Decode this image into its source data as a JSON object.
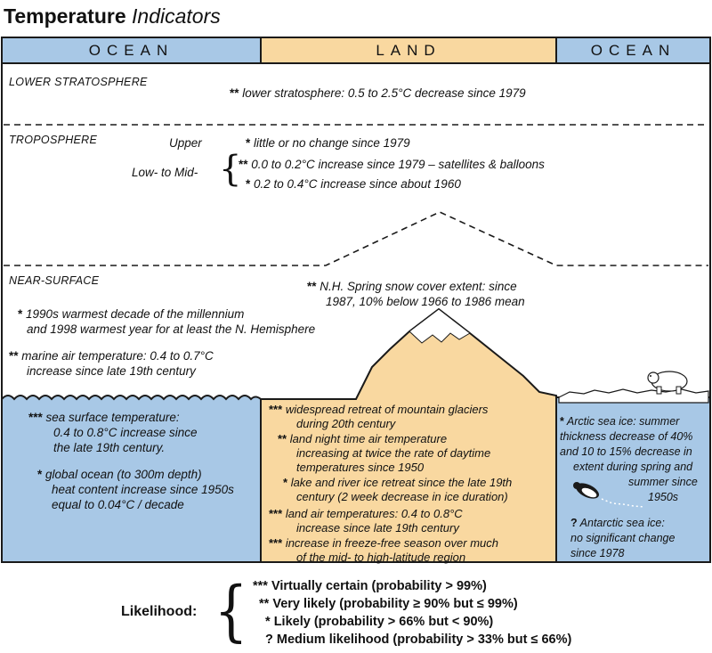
{
  "title": {
    "bold": "Temperature",
    "italic": "Indicators"
  },
  "headers": {
    "ocean_left": "OCEAN",
    "land": "LAND",
    "ocean_right": "OCEAN"
  },
  "zones": {
    "lower_strat": "LOWER STRATOSPHERE",
    "troposphere": "TROPOSPHERE",
    "near_surface": "NEAR-SURFACE"
  },
  "stratosphere": {
    "stars": "**",
    "text": "lower stratosphere: 0.5 to 2.5°C decrease since 1979"
  },
  "troposphere": {
    "upper_label": "Upper",
    "upper_stars": "*",
    "upper_text": "little or no change since 1979",
    "lowmid_label": "Low- to Mid-",
    "lowmid1_stars": "**",
    "lowmid1_text": "0.0 to 0.2°C increase since 1979 – satellites & balloons",
    "lowmid2_stars": "*",
    "lowmid2_text": "0.2 to 0.4°C increase since about 1960"
  },
  "near_surface": {
    "snow_stars": "**",
    "snow_line1": "N.H. Spring snow cover extent: since",
    "snow_line2": "1987, 10% below 1966 to 1986 mean",
    "warm_stars": "*",
    "warm_line1": "1990s warmest decade of the millennium",
    "warm_line2": "and 1998 warmest year for at least the N. Hemisphere",
    "marine_stars": "**",
    "marine_line1": "marine air temperature: 0.4 to 0.7°C",
    "marine_line2": "increase since late 19th century"
  },
  "ocean_left": {
    "sst_stars": "***",
    "sst_line1": "sea surface temperature:",
    "sst_line2": "0.4 to 0.8°C increase since",
    "sst_line3": "the late 19th century.",
    "heat_stars": "*",
    "heat_line1": "global ocean (to 300m depth)",
    "heat_line2": "heat content increase since 1950s",
    "heat_line3": "equal to 0.04°C / decade"
  },
  "land": {
    "glacier_stars": "***",
    "glacier_line1": "widespread retreat of mountain glaciers",
    "glacier_line2": "during 20th century",
    "night_stars": "**",
    "night_line1": "land night time air temperature",
    "night_line2": "increasing at twice the rate of daytime",
    "night_line3": "temperatures since 1950",
    "ice_stars": "*",
    "ice_line1": "lake and river ice retreat since the late 19th",
    "ice_line2": "century (2 week decrease in ice duration)",
    "air_stars": "***",
    "air_line1": "land air temperatures: 0.4 to 0.8°C",
    "air_line2": "increase since late 19th century",
    "freeze_stars": "***",
    "freeze_line1": "increase in freeze-free season over much",
    "freeze_line2": "of the mid- to high-latitude region"
  },
  "ocean_right": {
    "arctic_stars": "*",
    "arctic_line1": "Arctic sea ice: summer",
    "arctic_line2": "thickness decrease of 40%",
    "arctic_line3": "and 10 to 15% decrease in",
    "arctic_line4": "extent during spring and",
    "arctic_line5": "summer since",
    "arctic_line6": "1950s",
    "antarctic_stars": "?",
    "antarctic_line1": "Antarctic sea ice:",
    "antarctic_line2": "no significant change",
    "antarctic_line3": "since 1978"
  },
  "legend": {
    "label": "Likelihood:",
    "items": [
      {
        "stars": "***",
        "text": "Virtually certain  (probability > 99%)"
      },
      {
        "stars": "**",
        "text": "Very likely  (probability ≥ 90% but ≤ 99%)"
      },
      {
        "stars": "*",
        "text": "Likely  (probability > 66% but < 90%)"
      },
      {
        "stars": "?",
        "text": "Medium likelihood (probability > 33% but ≤ 66%)"
      }
    ]
  },
  "colors": {
    "ocean": "#a8c8e6",
    "land": "#f9d8a0",
    "border": "#1a1a1a"
  }
}
